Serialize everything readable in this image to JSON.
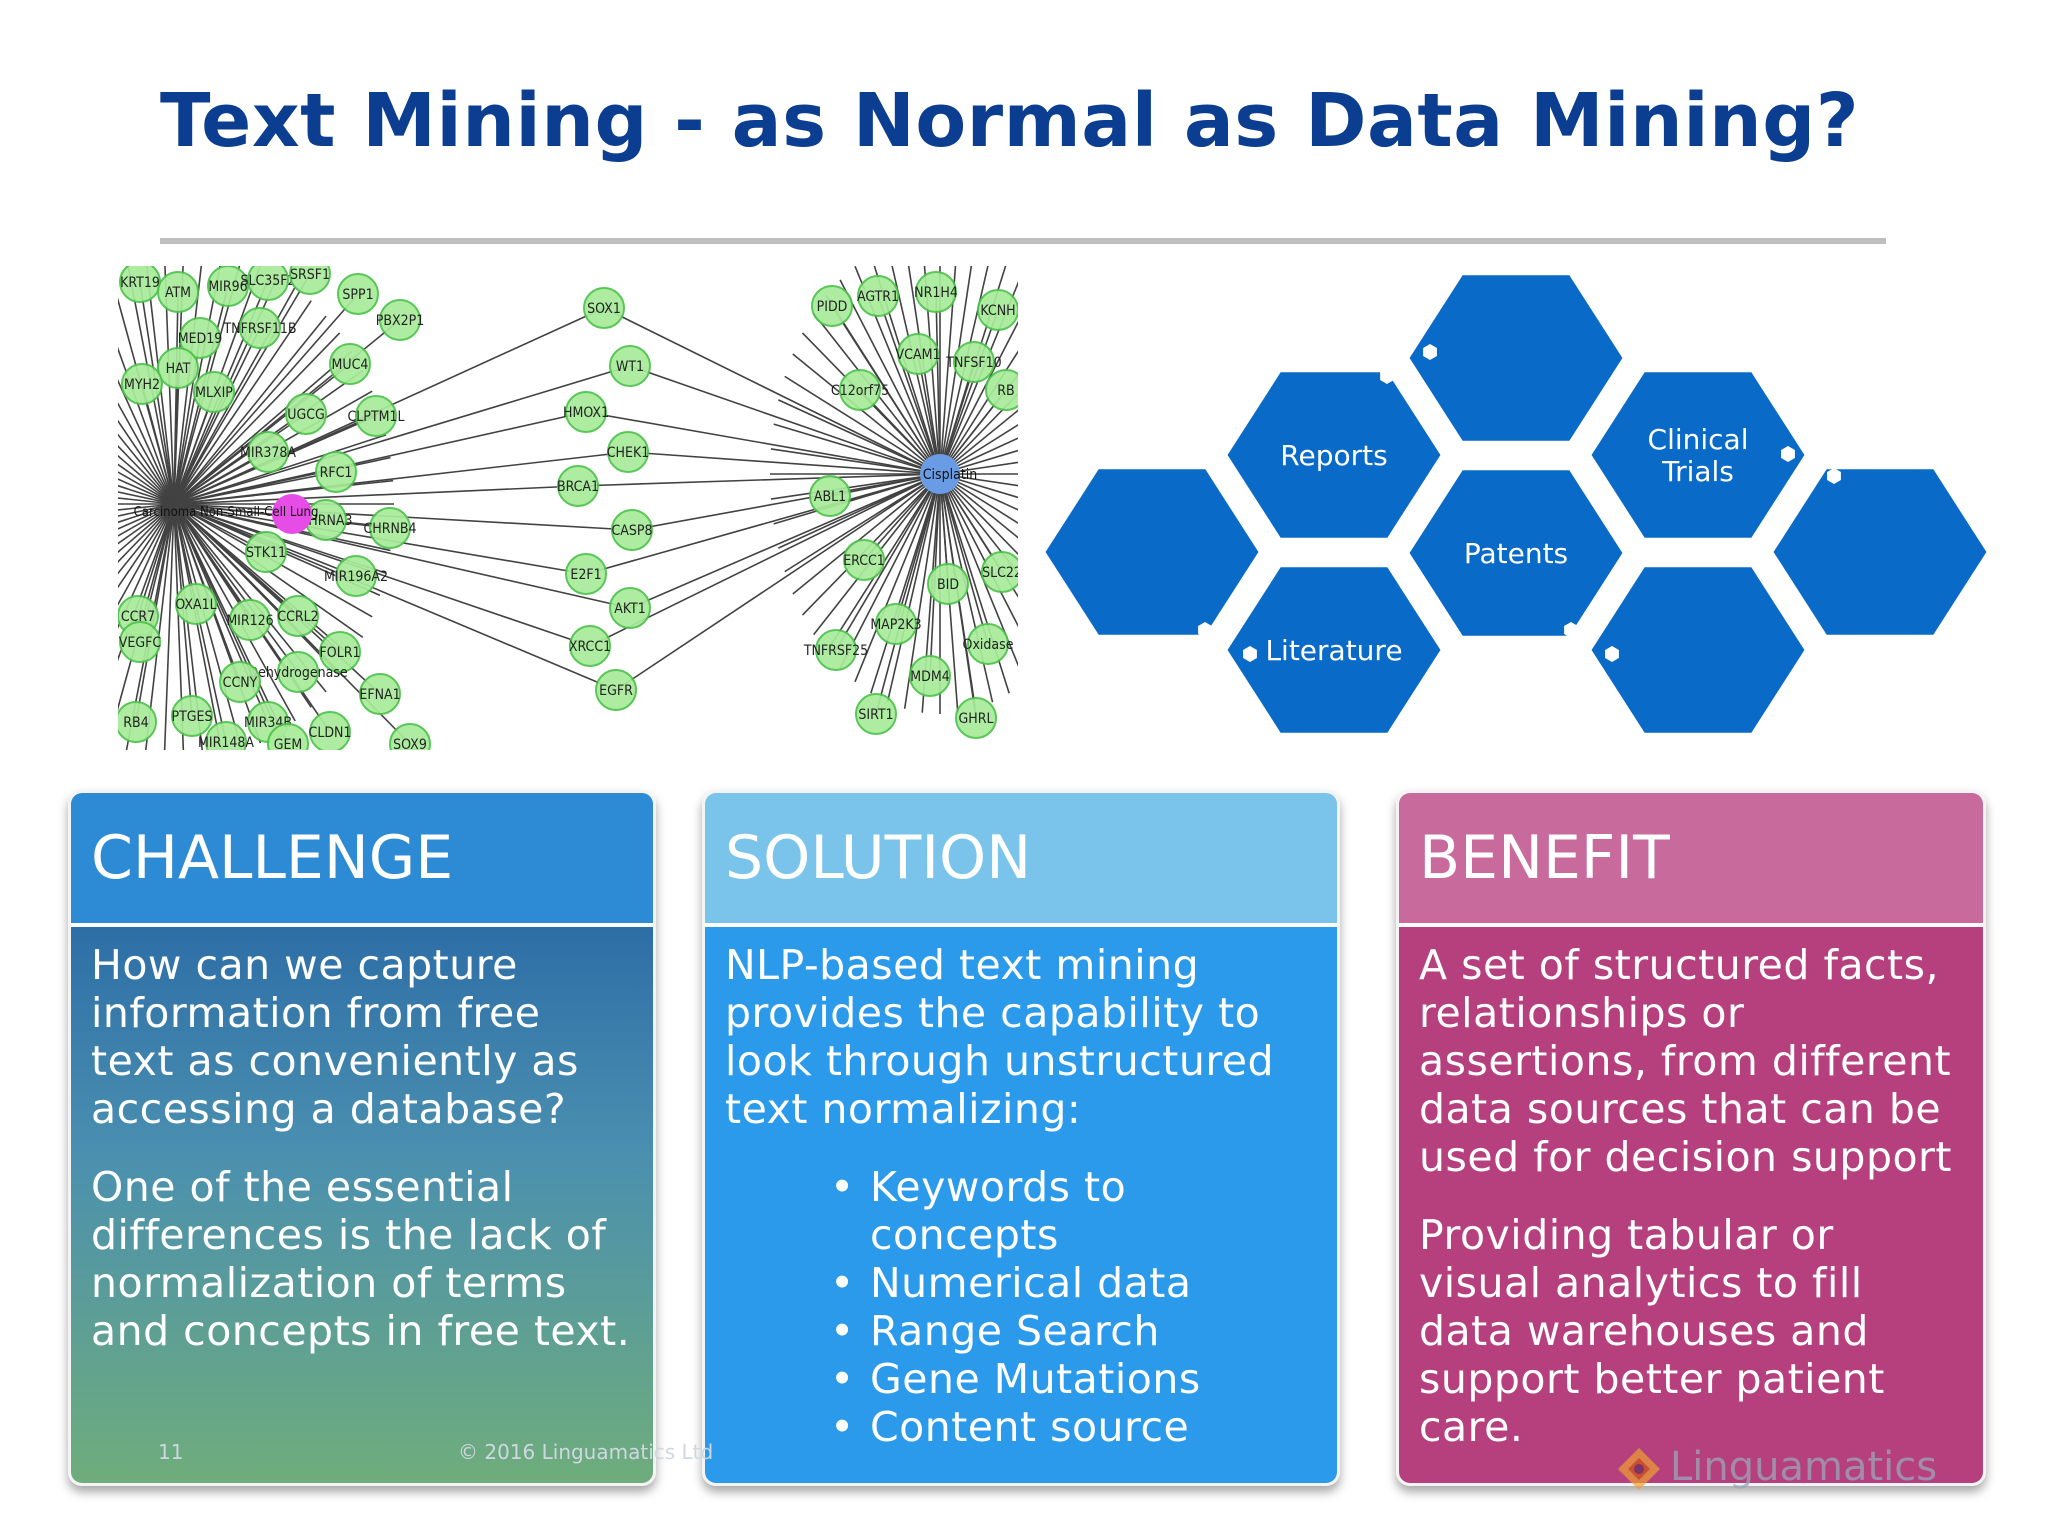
{
  "slide": {
    "title": "Text Mining - as Normal as Data Mining?",
    "page_number": "11",
    "copyright": "© 2016 Linguamatics Ltd",
    "logo_text": "Linguamatics"
  },
  "network": {
    "center_labels": [
      "Carcinoma Non-Small-Cell Lung",
      "Cisplatin"
    ],
    "left_labels": [
      "KRT19",
      "ATM",
      "MIR96",
      "SLC35F2",
      "SRSF1",
      "SPP1",
      "PBX2P1",
      "MED19",
      "TNFRSF11B",
      "HAT",
      "MYH2",
      "MLXIP",
      "MUC4",
      "UGCG",
      "CLPTM1L",
      "MIR378A",
      "RFC1",
      "CHRNA3",
      "CHRNB4",
      "MIR196A2",
      "STK11",
      "OXA1L",
      "MIR126",
      "CCRL2",
      "CCR7",
      "VEGFC",
      "FOLR1",
      "Dehydrogenase",
      "CCNY",
      "EFNA1",
      "PTGES",
      "MIR34B",
      "CLDN1",
      "RB4",
      "MIR148A",
      "GEM",
      "SOX9"
    ],
    "middle_labels": [
      "SOX1",
      "WT1",
      "HMOX1",
      "CHEK1",
      "BRCA1",
      "CASP8",
      "E2F1",
      "AKT1",
      "XRCC1",
      "EGFR"
    ],
    "right_labels": [
      "PIDD",
      "AGTR1",
      "NR1H4",
      "KCNH",
      "VCAM1",
      "TNFSF10",
      "C12orf75",
      "RB",
      "ABL1",
      "ERCC1",
      "BID",
      "SLC22",
      "MAP2K3",
      "TNFRSF25",
      "Oxidase",
      "MDM4",
      "SIRT1",
      "GHRL"
    ]
  },
  "hexagons": {
    "labels": [
      "Reports",
      "Clinical Trials",
      "Patents",
      "Literature"
    ]
  },
  "challenge": {
    "heading": "CHALLENGE",
    "paragraph1": "How can we capture information from free text as conveniently as accessing a database?",
    "paragraph2": "One of the essential differences is the lack of normalization of terms and concepts in free text."
  },
  "solution": {
    "heading": "SOLUTION",
    "paragraph1": "NLP-based text mining provides the capability to look through unstructured text normalizing:",
    "bullets": [
      "Keywords to concepts",
      "Numerical data",
      "Range Search",
      "Gene Mutations",
      "Content source"
    ]
  },
  "benefit": {
    "heading": "BENEFIT",
    "paragraph1": "A set of structured facts, relationships or assertions, from different data sources that can be used for decision support",
    "paragraph2": "Providing tabular or visual analytics to fill data warehouses and support better patient care."
  }
}
